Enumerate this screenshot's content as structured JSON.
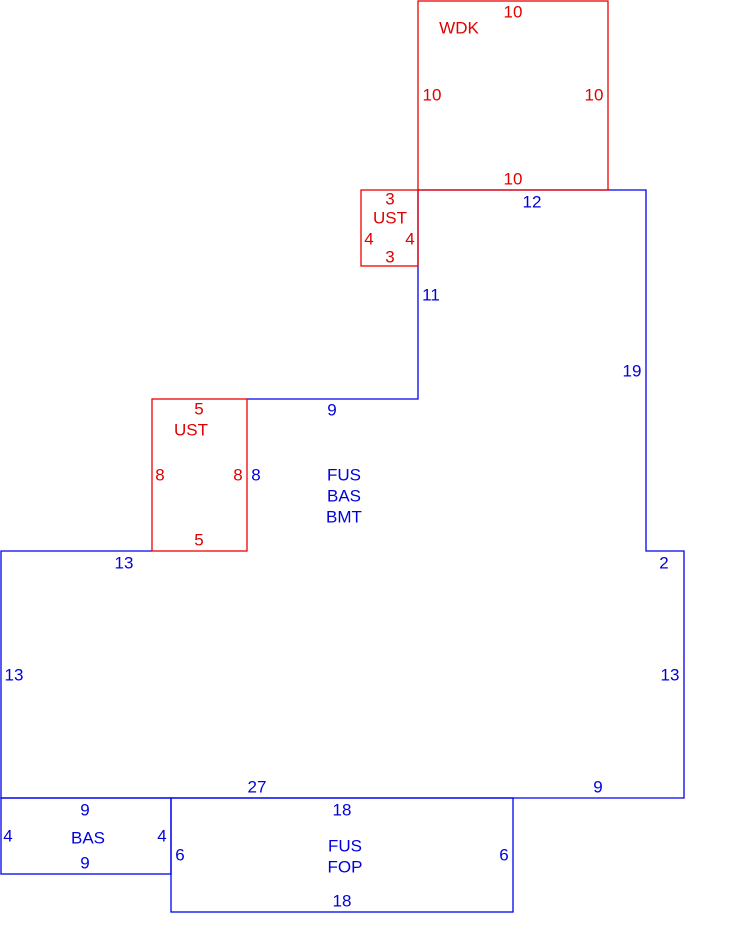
{
  "colors": {
    "main": "#0000dd",
    "accessory": "#e00000"
  },
  "areas": {
    "wdk": {
      "label": "WDK",
      "dims": [
        "10",
        "10",
        "10",
        "10"
      ]
    },
    "ust_upper": {
      "label": "UST",
      "dims": [
        "3",
        "4",
        "4",
        "3"
      ]
    },
    "ust_lower": {
      "label": "UST",
      "dims": [
        "5",
        "8",
        "8",
        "5"
      ]
    },
    "main": {
      "labels": [
        "FUS",
        "BAS",
        "BMT"
      ],
      "dims": [
        "12",
        "19",
        "11",
        "9",
        "8",
        "13",
        "2",
        "13",
        "13",
        "27",
        "9"
      ]
    },
    "bas": {
      "label": "BAS",
      "dims": [
        "9",
        "4",
        "4",
        "9"
      ]
    },
    "fop": {
      "labels": [
        "FUS",
        "FOP"
      ],
      "dims": [
        "18",
        "6",
        "6",
        "18"
      ]
    }
  }
}
